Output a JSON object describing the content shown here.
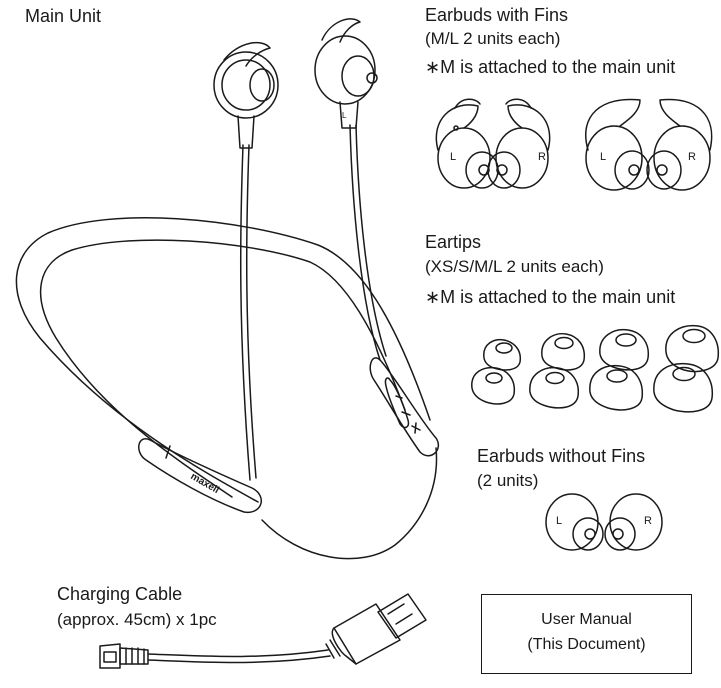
{
  "main_unit": {
    "title": "Main Unit",
    "brand_label": "maxell"
  },
  "earbuds_with_fins": {
    "title": "Earbuds with Fins",
    "quantity": "(M/L 2 units each)",
    "note": "∗M is attached to the main unit",
    "left_mark": "L",
    "right_mark": "R"
  },
  "eartips": {
    "title": "Eartips",
    "quantity": "(XS/S/M/L 2 units each)",
    "note": "∗M is attached to the main unit"
  },
  "earbuds_without_fins": {
    "title": "Earbuds without Fins",
    "quantity": "(2 units)",
    "left_mark": "L",
    "right_mark": "R"
  },
  "charging_cable": {
    "title": "Charging Cable",
    "quantity": "(approx. 45cm) x 1pc"
  },
  "user_manual": {
    "line1": "User Manual",
    "line2": "(This Document)"
  },
  "colors": {
    "line": "#1a1a1a",
    "background": "#ffffff"
  }
}
